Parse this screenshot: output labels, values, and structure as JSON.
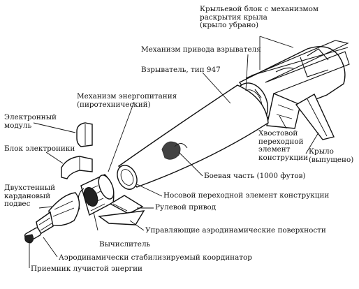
{
  "labels": {
    "wing_block": "Крыльевой блок с механизмом\nраскрытия крыла\n(крыло убрано)",
    "fuze_drive": "Механизм привода взрывателя",
    "fuze": "Взрыватель, тип 947",
    "power_mech": "Механизм энергопитания\n(пиротехнический)",
    "electronic_module": "Электронный\nмодуль",
    "electronics_block": "Блок электроники",
    "gimbal": "Двухстенный\nкардановый\nподвес",
    "tail_adapter": "Хвостовой\nпереходной\nэлемент\nконструкции",
    "wing_deployed": "Крыло\n(выпущено)",
    "warhead": "Боевая часть (1000 футов)",
    "nose_adapter": "Носовой переходной элемент конструкции",
    "rudder_drive": "Рулевой привод",
    "control_surfaces": "Управляющие аэродинамические поверхности",
    "computer": "Вычислитель",
    "coordinator": "Аэродинамически стабилизируемый координатор",
    "receiver": "Приемник лучистой энергии"
  }
}
